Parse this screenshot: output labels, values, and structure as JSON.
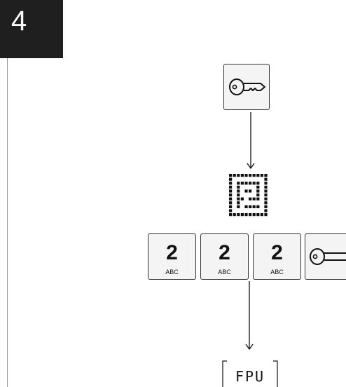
{
  "step": {
    "number": "4"
  },
  "top_key": {
    "icon": "key-icon"
  },
  "code_display": {
    "icon": "dot-matrix-code-display-icon"
  },
  "keypad_sequence": [
    {
      "digit": "2",
      "letters": "ABC"
    },
    {
      "digit": "2",
      "letters": "ABC"
    },
    {
      "digit": "2",
      "letters": "ABC"
    }
  ],
  "sequence_end_key": {
    "icon": "key-icon"
  },
  "result_display": {
    "text": "FPU"
  }
}
